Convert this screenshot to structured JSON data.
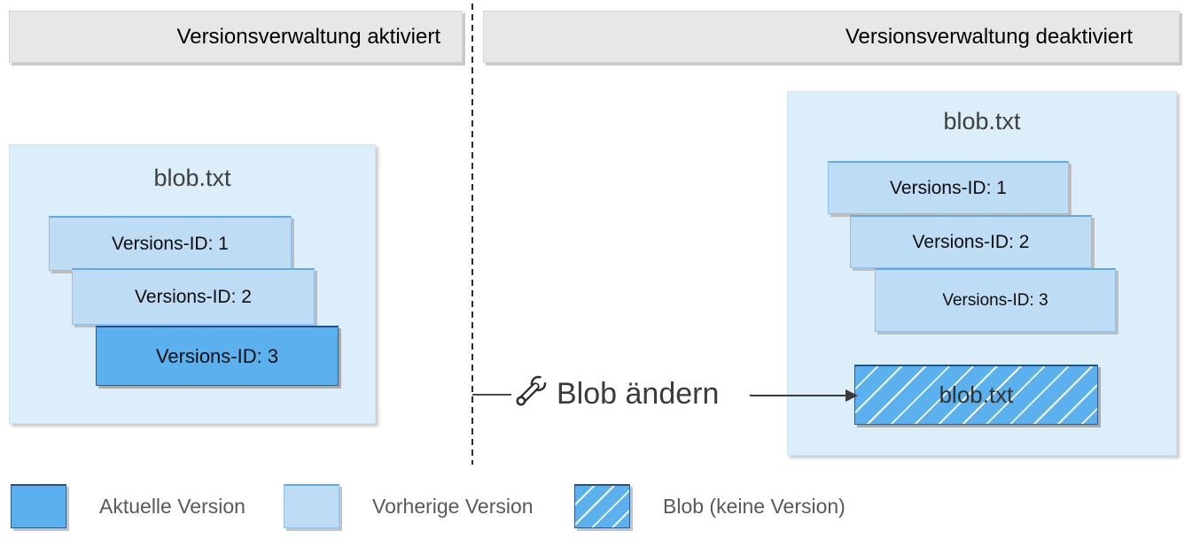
{
  "diagram": {
    "left_panel": {
      "header": "Versionsverwaltung aktiviert",
      "blob_title": "blob.txt",
      "versions": [
        {
          "label": "Versions-ID: 1",
          "state": "previous"
        },
        {
          "label": "Versions-ID: 2",
          "state": "previous"
        },
        {
          "label": "Versions-ID: 3",
          "state": "current"
        }
      ]
    },
    "right_panel": {
      "header": "Versionsverwaltung deaktiviert",
      "blob_title": "blob.txt",
      "versions": [
        {
          "label": "Versions-ID: 1",
          "state": "previous"
        },
        {
          "label": "Versions-ID: 2",
          "state": "previous"
        },
        {
          "label": "Versions-ID: 3",
          "state": "previous"
        }
      ],
      "blob_no_version_label": "blob.txt"
    },
    "action": {
      "icon": "wrench-icon",
      "label": "Blob ändern"
    },
    "legend": {
      "items": [
        {
          "swatch": "current-version",
          "label": "Aktuelle Version"
        },
        {
          "swatch": "previous-version",
          "label": "Vorherige Version"
        },
        {
          "swatch": "blob-no-version",
          "label": "Blob (keine Version)"
        }
      ]
    },
    "colors": {
      "current_version": "#5BB0EE",
      "previous_version": "#BFDCF5",
      "panel_background": "#DBEEF9",
      "header_background": "#E7E7E7",
      "card_border_dark": "#24508C",
      "hatch_stripe": "#FFFFFF",
      "text_dark": "#3F3F3F",
      "legend_text": "#595959"
    }
  }
}
